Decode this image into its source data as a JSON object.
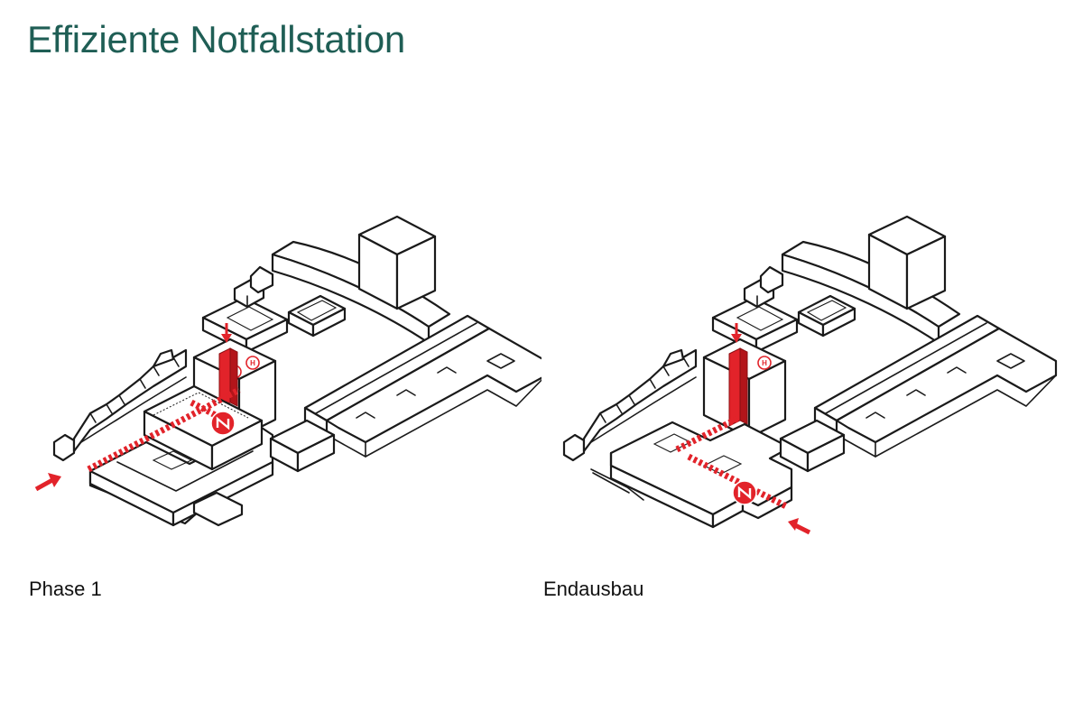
{
  "page": {
    "title": "Effiziente Notfallstation",
    "title_color": "#1f5e55",
    "accent_color": "#e2232a"
  },
  "diagrams": [
    {
      "id": "phase1",
      "caption": "Phase 1",
      "entrance_icon": "notfall-n-icon",
      "helipad_label": "H"
    },
    {
      "id": "endausbau",
      "caption": "Endausbau",
      "entrance_icon": "notfall-n-icon",
      "helipad_label": "H"
    }
  ]
}
